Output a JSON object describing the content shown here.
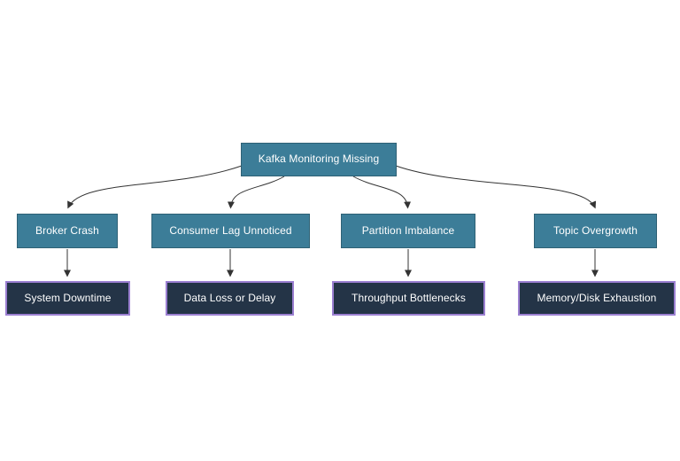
{
  "diagram": {
    "type": "flowchart-tree",
    "root": {
      "label": "Kafka Monitoring Missing"
    },
    "causes": [
      {
        "label": "Broker Crash"
      },
      {
        "label": "Consumer Lag Unnoticed"
      },
      {
        "label": "Partition Imbalance"
      },
      {
        "label": "Topic Overgrowth"
      }
    ],
    "effects": [
      {
        "label": "System Downtime"
      },
      {
        "label": "Data Loss or Delay"
      },
      {
        "label": "Throughput Bottlenecks"
      },
      {
        "label": "Memory/Disk Exhaustion"
      }
    ],
    "edges": [
      {
        "from": "Kafka Monitoring Missing",
        "to": "Broker Crash"
      },
      {
        "from": "Kafka Monitoring Missing",
        "to": "Consumer Lag Unnoticed"
      },
      {
        "from": "Kafka Monitoring Missing",
        "to": "Partition Imbalance"
      },
      {
        "from": "Kafka Monitoring Missing",
        "to": "Topic Overgrowth"
      },
      {
        "from": "Broker Crash",
        "to": "System Downtime"
      },
      {
        "from": "Consumer Lag Unnoticed",
        "to": "Data Loss or Delay"
      },
      {
        "from": "Partition Imbalance",
        "to": "Throughput Bottlenecks"
      },
      {
        "from": "Topic Overgrowth",
        "to": "Memory/Disk Exhaustion"
      }
    ],
    "colors": {
      "cause_fill": "#3C7D98",
      "cause_border": "#2E6175",
      "effect_fill": "#243447",
      "effect_border": "#9B7FD1",
      "edge_stroke": "#333333",
      "text": "#FFFFFF",
      "background": "#FFFFFF"
    }
  }
}
